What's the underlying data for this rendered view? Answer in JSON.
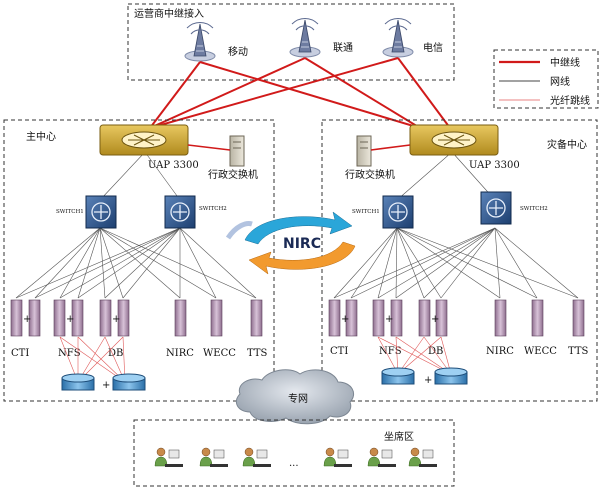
{
  "carrier_area": {
    "title": "运营商中继接入",
    "towers": [
      {
        "label": "移动"
      },
      {
        "label": "联通"
      },
      {
        "label": "电信"
      }
    ]
  },
  "legend": {
    "items": [
      {
        "label": "中继线",
        "color": "#d11a1a"
      },
      {
        "label": "网线",
        "color": "#444444"
      },
      {
        "label": "光纤跳线",
        "color": "#e05a5a"
      }
    ]
  },
  "main_center": {
    "title": "主中心",
    "uap_label": "UAP 3300",
    "pbx_label": "行政交换机",
    "switches": [
      "SWITCH1",
      "SWITCH2"
    ],
    "servers": [
      "CTI",
      "NFS",
      "DB",
      "NIRC",
      "WECC",
      "TTS"
    ],
    "storage_plus": "+"
  },
  "backup_center": {
    "title": "灾备中心",
    "uap_label": "UAP 3300",
    "pbx_label": "行政交换机",
    "switches": [
      "SWITCH1",
      "SWITCH2"
    ],
    "servers": [
      "CTI",
      "NFS",
      "DB",
      "NIRC",
      "WECC",
      "TTS"
    ],
    "storage_plus": "+"
  },
  "sync": {
    "label": "NIRC"
  },
  "network": {
    "label": "专网"
  },
  "seat_area": {
    "title": "坐席区",
    "ellipsis": "..."
  }
}
